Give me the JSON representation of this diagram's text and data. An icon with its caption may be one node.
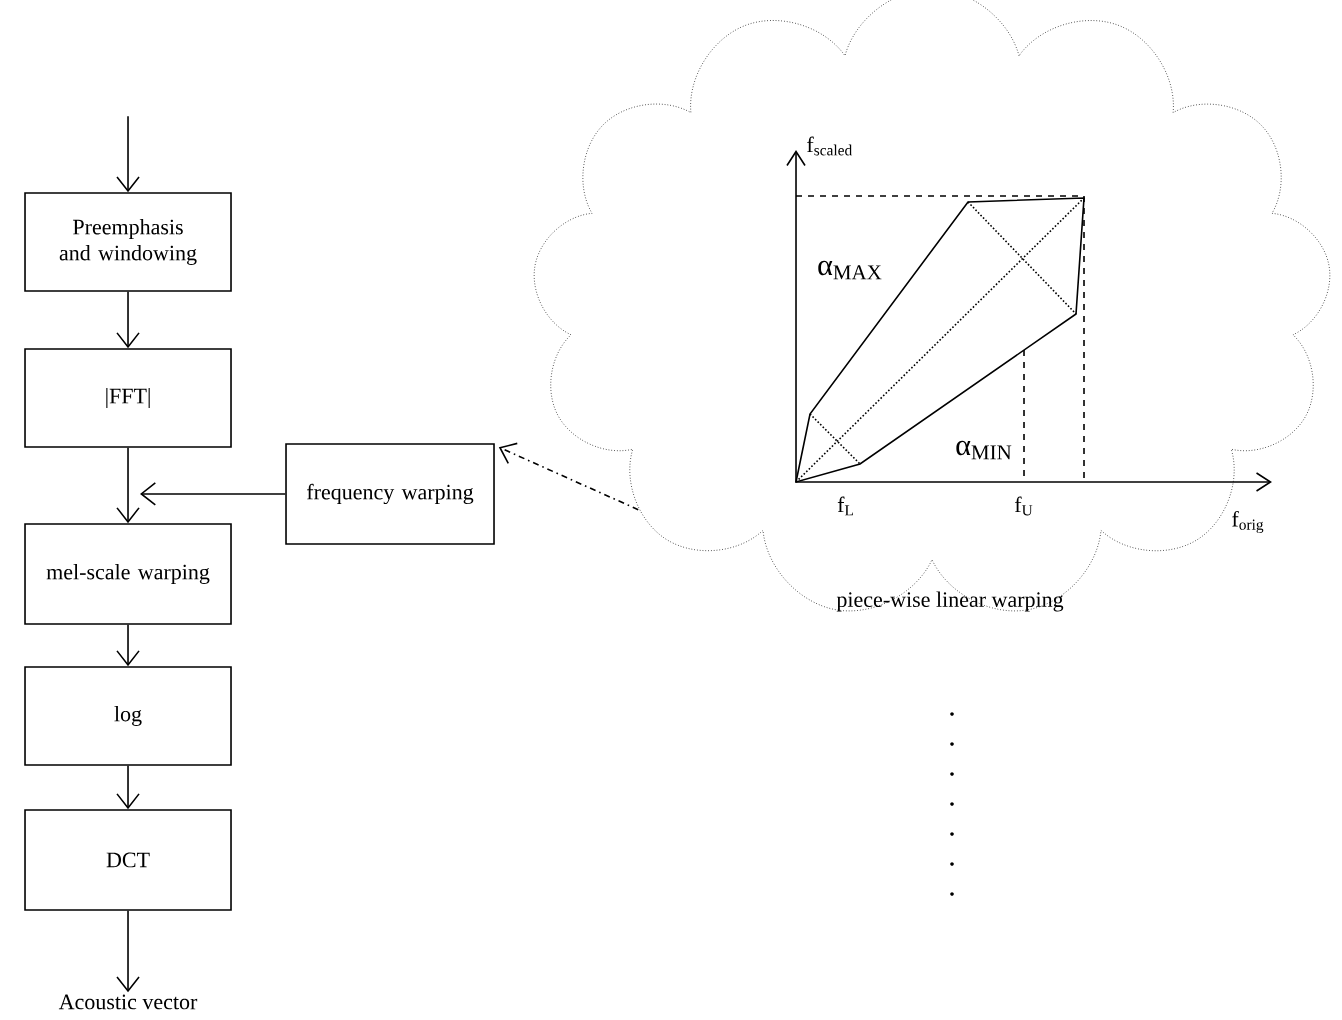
{
  "diagram": {
    "nodes": [
      {
        "text": [
          "Preemphasis and windowing"
        ]
      },
      {
        "text": [
          "|FFT|"
        ]
      },
      {
        "text": [
          "mel-scale warping"
        ]
      },
      {
        "text": [
          "log"
        ]
      },
      {
        "text": [
          "DCT"
        ]
      },
      {
        "text": [
          "Acoustic vector"
        ]
      },
      {
        "text": [
          "frequency warping"
        ]
      },
      {
        "text": [],
        "shape": "cloud",
        "beside": [
          "piece-wise linear warping"
        ]
      }
    ],
    "edges": [
      {
        "from": null,
        "to": 0,
        "arrow": "to"
      },
      {
        "from": 0,
        "to": 1,
        "arrow": "to"
      },
      {
        "from": 1,
        "to": 2,
        "arrow": "to"
      },
      {
        "from": 6,
        "to": 2,
        "arrow": "to"
      },
      {
        "from": 2,
        "to": 3,
        "arrow": "to"
      },
      {
        "from": 3,
        "to": 4,
        "arrow": "to"
      },
      {
        "from": 4,
        "to": 5,
        "arrow": "to"
      },
      {
        "from": 7,
        "to": 6,
        "arrow": "to",
        "style": "dashed"
      }
    ],
    "labels": [
      "f$_{scaled}$",
      "α$_{MAX}$",
      "α$_{MIN}$",
      "f$_{L}$",
      "f$_{U}$",
      "f$_{orig}$"
    ]
  }
}
